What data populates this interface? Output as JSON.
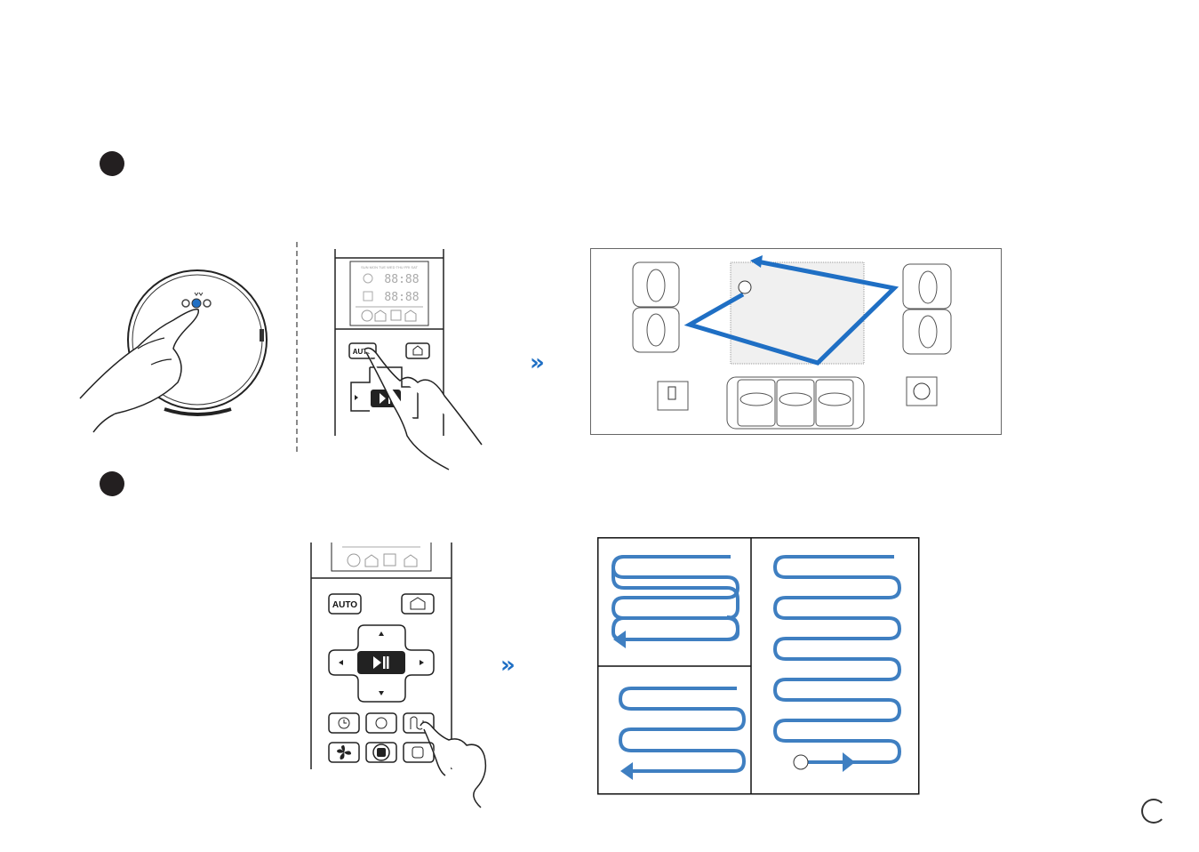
{
  "remote": {
    "auto_label": "AUTO",
    "lcd_days": "SUN MON TUE WED THU FRI SAT",
    "lcd_time": "88:88",
    "lcd_time2": "88:88"
  },
  "colors": {
    "path_blue": "#1f6fc4",
    "snake_blue": "#3f7fc1",
    "step_dot": "#231f20"
  },
  "icons": {
    "next_arrow": "»",
    "play_pause": "play-pause-icon",
    "home": "home-icon",
    "clock": "clock-icon",
    "fan": "fan-icon",
    "zigzag": "zigzag-icon",
    "spot": "spot-icon",
    "edge": "edge-icon",
    "settings": "settings-icon"
  }
}
